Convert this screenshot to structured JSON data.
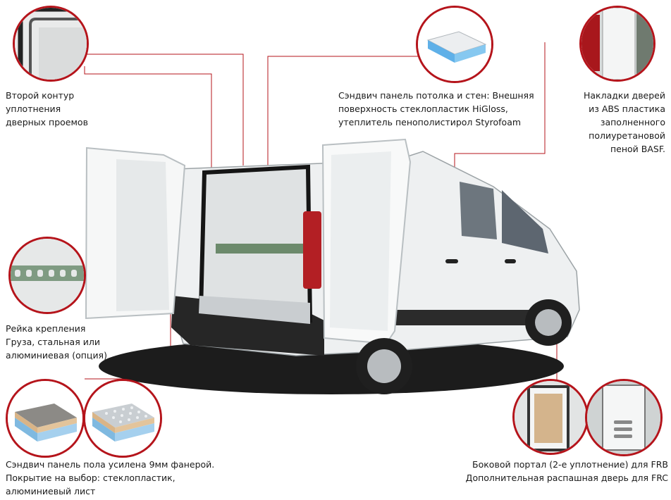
{
  "colors": {
    "callout_line": "#b5141b",
    "circle_border": "#b5141b",
    "van_body": "#f4f5f5",
    "text": "#1a1a1a"
  },
  "callouts": {
    "door_seal": {
      "lines": [
        "Второй контур",
        "уплотнения",
        "дверных проемов"
      ],
      "icon": "door-seal-detail"
    },
    "ceiling_panel": {
      "lines": [
        "Сэндвич панель потолка и стен: Внешняя",
        "поверхность стеклопластик HiGloss,",
        "утеплитель пенополистирол Styrofoam"
      ],
      "icon": "sandwich-panel-detail"
    },
    "door_covers": {
      "lines": [
        "Накладки дверей",
        "из ABS пластика",
        "заполненного",
        "полиуретановой",
        "пеной BASF."
      ],
      "icon": "door-cover-detail"
    },
    "cargo_rail": {
      "lines": [
        "Рейка крепления",
        "Груза, стальная или",
        "алюминиевая (опция)"
      ],
      "icon": "cargo-rail-detail"
    },
    "floor_panel": {
      "lines": [
        "Сэндвич панель пола усилена 9мм фанерой.",
        "Покрытие на выбор: стеклопластик,",
        "алюминиевый лист"
      ],
      "icon": "floor-panel-detail"
    },
    "side_portal": {
      "lines": [
        "Боковой портал (2-е уплотнение) для FRB",
        "Дополнительная распашная дверь для FRC"
      ],
      "icon": "side-portal-detail"
    }
  }
}
